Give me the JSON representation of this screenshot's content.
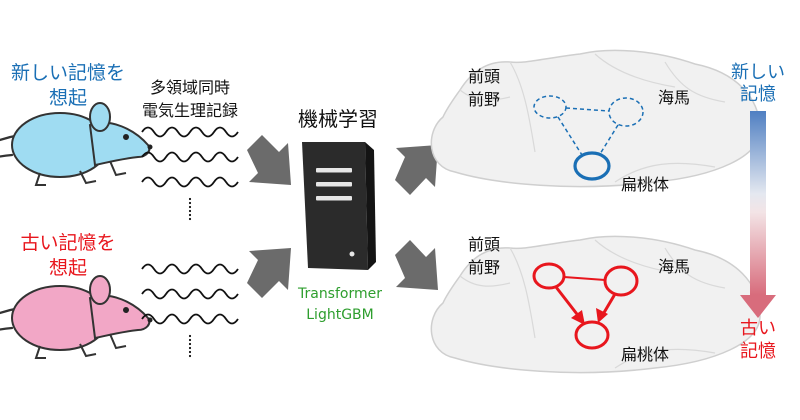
{
  "recent_group": {
    "label_line1": "新しい記憶を",
    "label_line2": "想起",
    "color": "#1a6fb5",
    "mouse_color": "#9fdcf2"
  },
  "remote_group": {
    "label_line1": "古い記憶を",
    "label_line2": "想起",
    "color": "#e8161d",
    "mouse_color": "#f2a7c6"
  },
  "recording": {
    "label_line1": "多領域同時",
    "label_line2": "電気生理記録"
  },
  "machine_learning": {
    "title": "機械学習",
    "model1": "Transformer",
    "model2": "LightGBM",
    "model_color": "#2e9e2e"
  },
  "brain_recent": {
    "region_pfc_line1": "前頭",
    "region_pfc_line2": "前野",
    "region_hpc": "海馬",
    "region_amy": "扁桃体"
  },
  "brain_remote": {
    "region_pfc_line1": "前頭",
    "region_pfc_line2": "前野",
    "region_hpc": "海馬",
    "region_amy": "扁桃体"
  },
  "scale": {
    "top_line1": "新しい",
    "top_line2": "記憶",
    "bottom_line1": "古い",
    "bottom_line2": "記憶"
  }
}
